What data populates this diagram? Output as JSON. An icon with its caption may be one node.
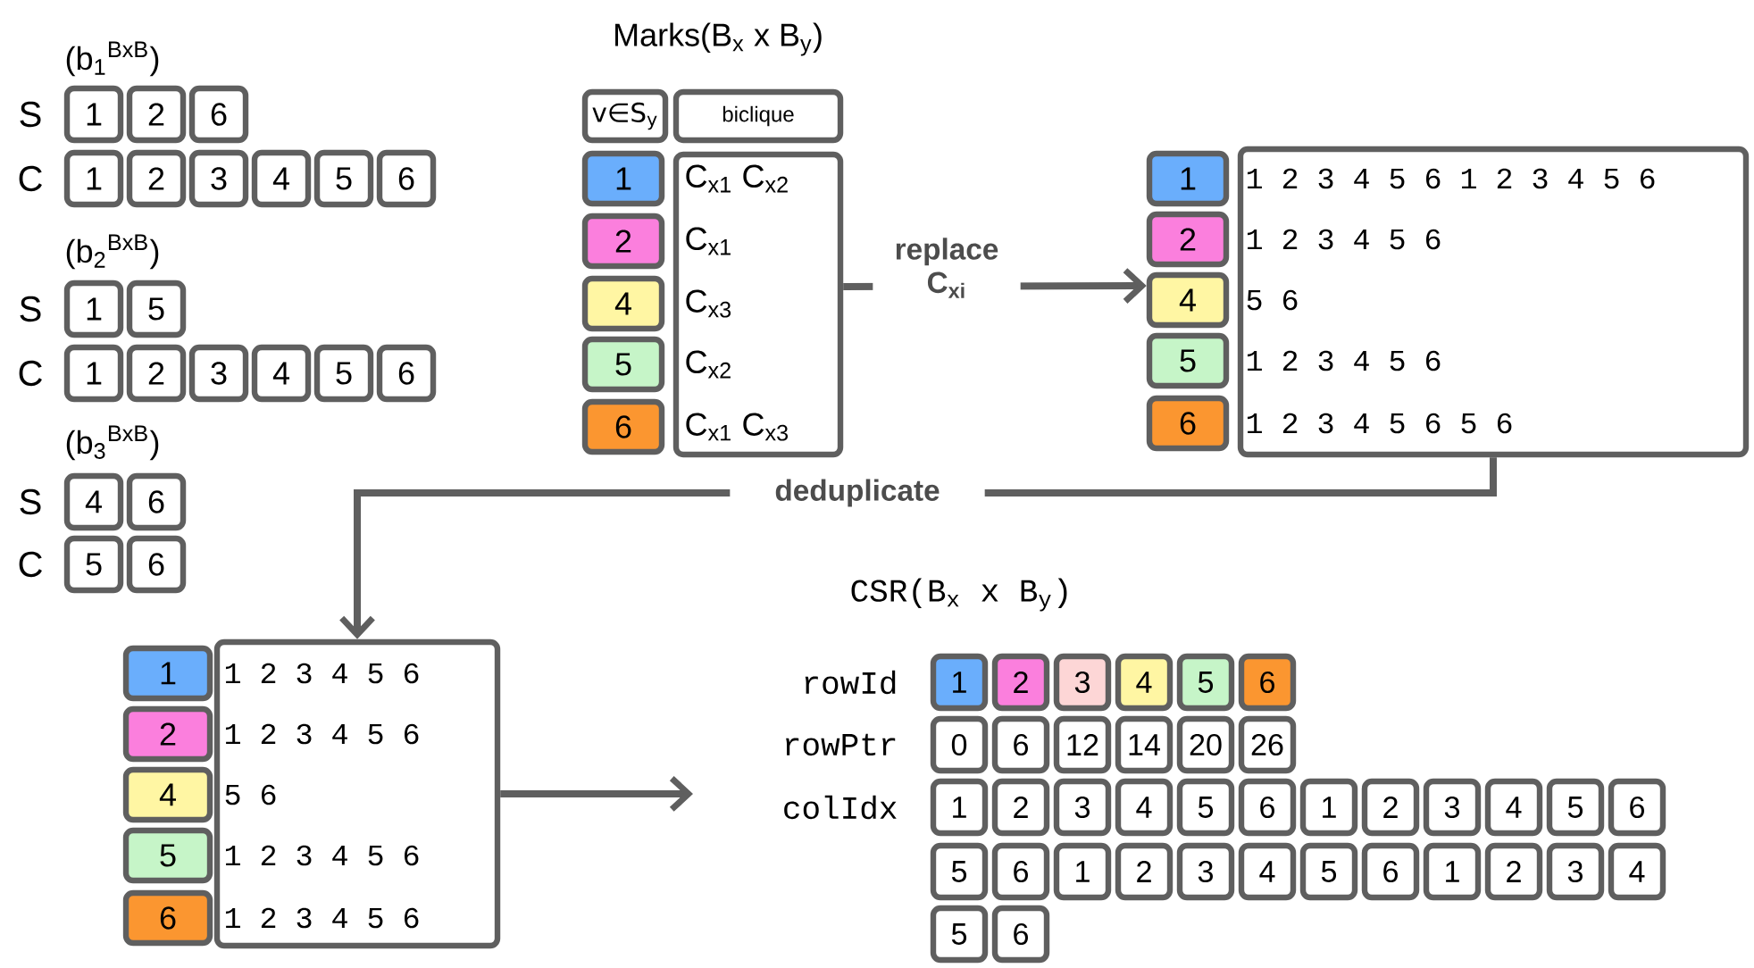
{
  "diagram": {
    "nodes": [
      {
        "text": [
          "1"
        ]
      },
      {
        "text": [
          "2"
        ]
      },
      {
        "text": [
          "6"
        ]
      },
      {
        "text": [
          "1"
        ]
      },
      {
        "text": [
          "2"
        ]
      },
      {
        "text": [
          "3"
        ]
      },
      {
        "text": [
          "4"
        ]
      },
      {
        "text": [
          "5"
        ]
      },
      {
        "text": [
          "6"
        ]
      },
      {
        "text": [
          "1"
        ]
      },
      {
        "text": [
          "5"
        ]
      },
      {
        "text": [
          "1"
        ]
      },
      {
        "text": [
          "2"
        ]
      },
      {
        "text": [
          "3"
        ]
      },
      {
        "text": [
          "4"
        ]
      },
      {
        "text": [
          "5"
        ]
      },
      {
        "text": [
          "6"
        ]
      },
      {
        "text": [
          "4"
        ]
      },
      {
        "text": [
          "6"
        ]
      },
      {
        "text": [
          "5"
        ]
      },
      {
        "text": [
          "6"
        ]
      },
      {
        "text": [
          "v∈S$_{y}$"
        ]
      },
      {
        "text": [
          "biclique"
        ]
      },
      {
        "text": [
          "1"
        ]
      },
      {
        "text": [
          "2"
        ]
      },
      {
        "text": [
          "4"
        ]
      },
      {
        "text": [
          "5"
        ]
      },
      {
        "text": [
          "6"
        ]
      },
      {
        "text": [
          "C$_{x1}$ C$_{x2}$",
          "C$_{x1}$",
          "C$_{x3}$",
          "C$_{x2}$",
          "C$_{x1}$ C$_{x3}$"
        ]
      },
      {
        "text": [
          "1"
        ]
      },
      {
        "text": [
          "2"
        ]
      },
      {
        "text": [
          "4"
        ]
      },
      {
        "text": [
          "5"
        ]
      },
      {
        "text": [
          "6"
        ]
      },
      {
        "text": [
          "1 2 3 4 5 6 1 2 3 4 5 6",
          "1 2 3 4 5 6",
          "5 6",
          "1 2 3 4 5 6",
          "1 2 3 4 5 6 5 6"
        ]
      },
      {
        "text": [
          "1"
        ]
      },
      {
        "text": [
          "2"
        ]
      },
      {
        "text": [
          "4"
        ]
      },
      {
        "text": [
          "5"
        ]
      },
      {
        "text": [
          "6"
        ]
      },
      {
        "text": [
          "1 2 3 4 5 6",
          "1 2 3 4 5 6",
          "5 6",
          "1 2 3 4 5 6",
          "1 2 3 4 5 6"
        ]
      },
      {
        "text": [
          "1"
        ]
      },
      {
        "text": [
          "2"
        ]
      },
      {
        "text": [
          "3"
        ]
      },
      {
        "text": [
          "4"
        ]
      },
      {
        "text": [
          "5"
        ]
      },
      {
        "text": [
          "6"
        ]
      },
      {
        "text": [
          "0"
        ]
      },
      {
        "text": [
          "6"
        ]
      },
      {
        "text": [
          "12"
        ]
      },
      {
        "text": [
          "14"
        ]
      },
      {
        "text": [
          "20"
        ]
      },
      {
        "text": [
          "26"
        ]
      },
      {
        "text": [
          "1"
        ]
      },
      {
        "text": [
          "2"
        ]
      },
      {
        "text": [
          "3"
        ]
      },
      {
        "text": [
          "4"
        ]
      },
      {
        "text": [
          "5"
        ]
      },
      {
        "text": [
          "6"
        ]
      },
      {
        "text": [
          "1"
        ]
      },
      {
        "text": [
          "2"
        ]
      },
      {
        "text": [
          "3"
        ]
      },
      {
        "text": [
          "4"
        ]
      },
      {
        "text": [
          "5"
        ]
      },
      {
        "text": [
          "6"
        ]
      },
      {
        "text": [
          "5"
        ]
      },
      {
        "text": [
          "6"
        ]
      },
      {
        "text": [
          "1"
        ]
      },
      {
        "text": [
          "2"
        ]
      },
      {
        "text": [
          "3"
        ]
      },
      {
        "text": [
          "4"
        ]
      },
      {
        "text": [
          "5"
        ]
      },
      {
        "text": [
          "6"
        ]
      },
      {
        "text": [
          "1"
        ]
      },
      {
        "text": [
          "2"
        ]
      },
      {
        "text": [
          "3"
        ]
      },
      {
        "text": [
          "4"
        ]
      },
      {
        "text": [
          "5"
        ]
      },
      {
        "text": [
          "6"
        ]
      }
    ],
    "edges": [
      {
        "from": 28,
        "to": 31,
        "arrow": "to",
        "label": "replace C$_{xi}$"
      },
      {
        "from": 34,
        "to": 40,
        "arrow": "to",
        "label": "deduplicate"
      },
      {
        "from": 40,
        "to": null,
        "arrow": "to"
      }
    ],
    "labels": [
      "(b$_{1}$$^{BxB}$)",
      "S",
      "C",
      "(b$_{2}$$^{BxB}$)",
      "S",
      "C",
      "(b$_{3}$$^{BxB}$)",
      "S",
      "C",
      "Marks(B$_{x}$ x B$_{y}$)",
      "CSR(B$_{x}$ x B$_{y}$)",
      "rowId",
      "rowPtr",
      "colIdx"
    ]
  }
}
